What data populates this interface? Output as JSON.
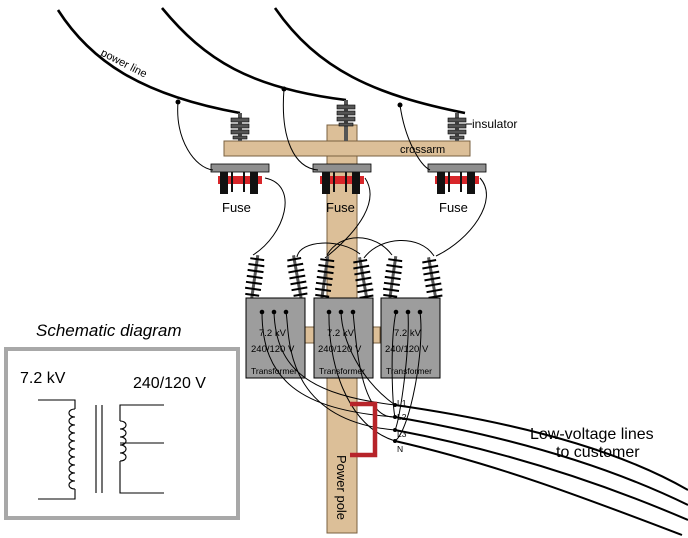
{
  "labels": {
    "power_line": "power line",
    "insulator": "insulator",
    "crossarm": "crossarm",
    "fuse": "Fuse",
    "power_pole": "Power pole",
    "low_voltage_line1": "Low-voltage lines",
    "low_voltage_line2": "to customer"
  },
  "transformers": [
    {
      "primary": "7.2 kV",
      "secondary": "240/120 V",
      "name": "Transformer"
    },
    {
      "primary": "7.2 kV",
      "secondary": "240/120 V",
      "name": "Transformer"
    },
    {
      "primary": "7.2 kV",
      "secondary": "240/120 V",
      "name": "Transformer"
    }
  ],
  "terminals": [
    "L1",
    "L2",
    "L3",
    "N"
  ],
  "schematic": {
    "title": "Schematic diagram",
    "primary_voltage": "7.2 kV",
    "secondary_voltage": "240/120 V"
  },
  "colors": {
    "pole": "#dcbf98",
    "pole_stroke": "#7a6040",
    "fuse_red": "#d8262a",
    "transformer_fill": "#9d9d9d",
    "cutout_gray": "#8f8f8f",
    "neutral_strap": "#b7242a",
    "schematic_border": "#a8a8a8"
  }
}
